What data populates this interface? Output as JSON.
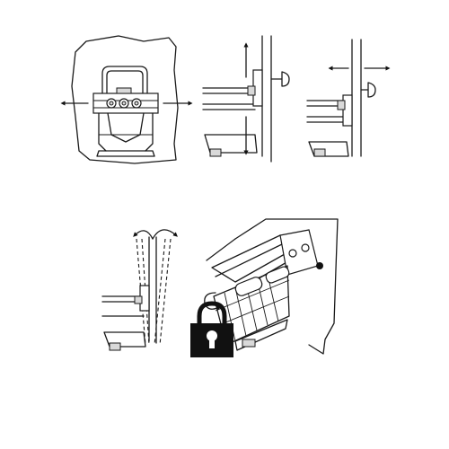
{
  "figure": {
    "panels": [
      {
        "id": "panel-1",
        "content": "bracket-front-view",
        "arrows": [
          "left",
          "right"
        ]
      },
      {
        "id": "panel-2",
        "content": "bracket-side-view",
        "arrows": [
          "up",
          "down"
        ]
      },
      {
        "id": "panel-3",
        "content": "bracket-side-view",
        "arrows": [
          "left",
          "right"
        ]
      },
      {
        "id": "panel-4",
        "content": "bracket-tilt-view",
        "arrows": [
          "rotate-left",
          "rotate-right"
        ]
      },
      {
        "id": "panel-5",
        "content": "basket-lock-view",
        "icons": [
          "rotate-icon",
          "padlock-icon"
        ]
      }
    ],
    "colors": {
      "line": "#1a1a1a",
      "background": "#ffffff",
      "shade": "#d9d9d9"
    }
  }
}
